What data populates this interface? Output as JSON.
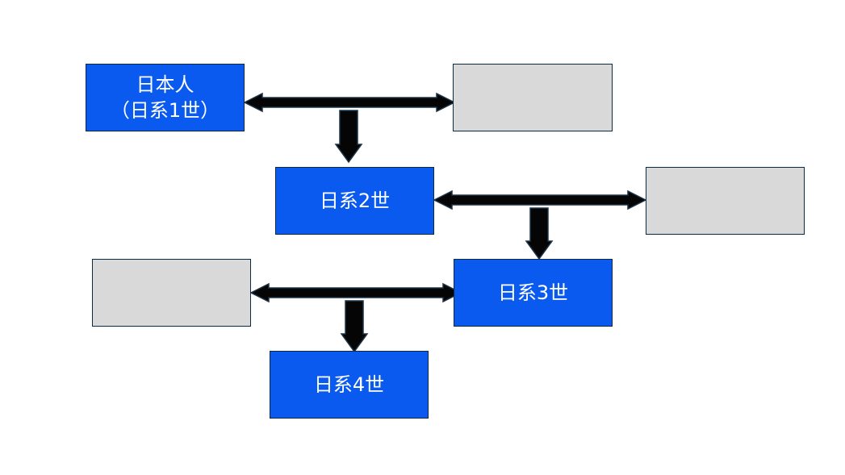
{
  "generations": {
    "first": {
      "line1": "日本人",
      "line2": "（日系1世）"
    },
    "second": {
      "label": "日系2世"
    },
    "third": {
      "label": "日系3世"
    },
    "fourth": {
      "label": "日系4世"
    },
    "spouse_boxes": [
      {
        "label": ""
      },
      {
        "label": ""
      },
      {
        "label": ""
      }
    ]
  },
  "colors": {
    "generation_box": "#0a5af0",
    "spouse_box": "#d9d9d9",
    "box_border": "#0b2a45",
    "arrow": "#050505",
    "text": "#ffffff"
  }
}
